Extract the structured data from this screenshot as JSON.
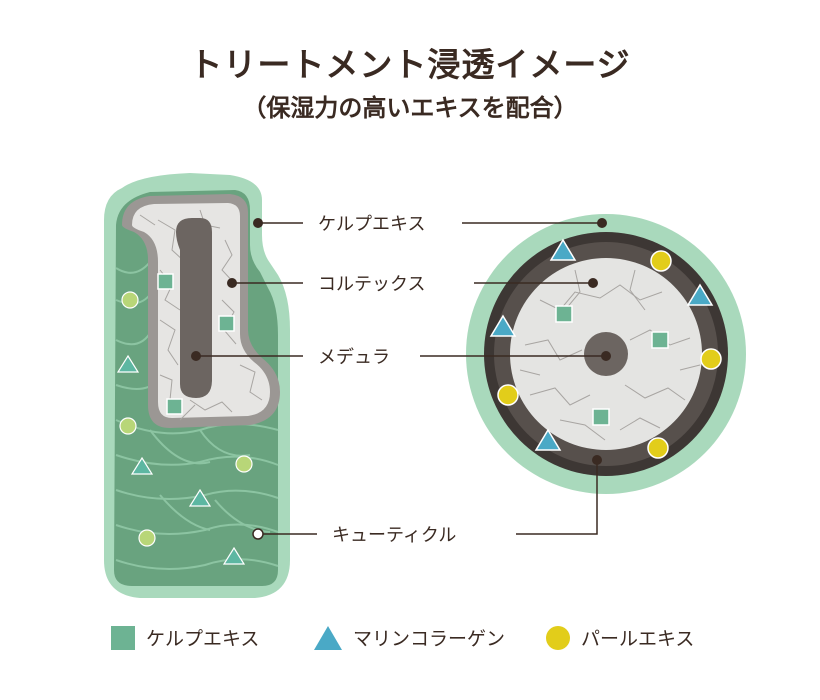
{
  "title": "トリートメント浸透イメージ",
  "subtitle": "（保湿力の高いエキスを配合）",
  "labels": {
    "kelp": "ケルプエキス",
    "cortex": "コルテックス",
    "medulla": "メデュラ",
    "cuticle": "キューティクル"
  },
  "legend": [
    {
      "shape": "square",
      "color": "#6db393",
      "label": "ケルプエキス"
    },
    {
      "shape": "triangle",
      "color": "#4aa9c6",
      "label": "マリンコラーゲン"
    },
    {
      "shape": "circle",
      "color": "#e2cd1a",
      "label": "パールエキス"
    }
  ],
  "colors": {
    "outer_green": "#a9d9bc",
    "cuticle_green": "#69a37f",
    "cortex_gray": "#e4e4e2",
    "medulla_gray": "#6c6561",
    "dark_ring": "#3d3734",
    "text": "#3a2a22"
  }
}
